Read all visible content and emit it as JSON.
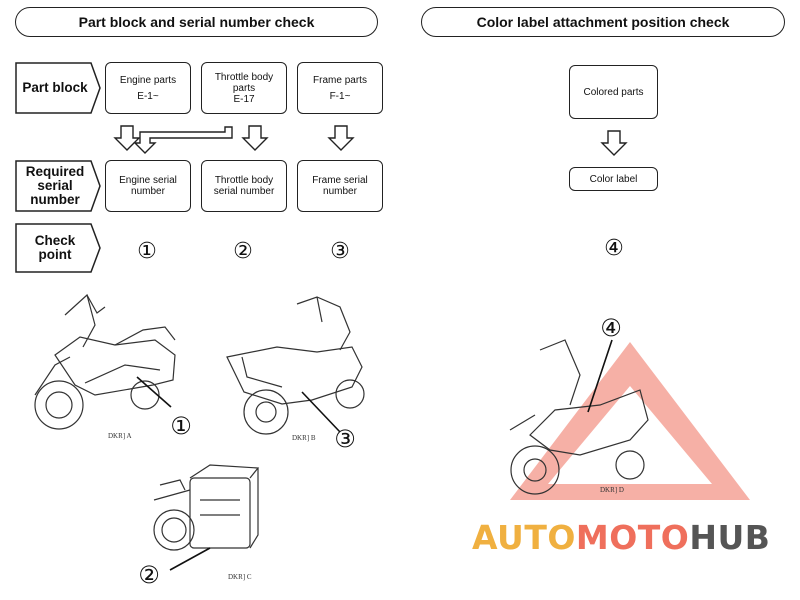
{
  "headers": {
    "left": "Part block and serial number check",
    "right": "Color label attachment position check"
  },
  "row_labels": {
    "part_block": "Part block",
    "required_serial": "Required\nserial\nnumber",
    "check_point": "Check\npoint"
  },
  "part_blocks": [
    {
      "name": "Engine parts",
      "code": "E-1~"
    },
    {
      "name": "Throttle body\nparts",
      "code": "E-17"
    },
    {
      "name": "Frame parts",
      "code": "F-1~"
    }
  ],
  "serials": [
    "Engine serial\nnumber",
    "Throttle body\nserial number",
    "Frame serial\nnumber"
  ],
  "check_points": [
    "①",
    "②",
    "③"
  ],
  "color_section": {
    "colored_parts": "Colored parts",
    "color_label": "Color label",
    "check_point": "④"
  },
  "figures": {
    "a": {
      "callout": "①",
      "caption": "DKR] A"
    },
    "b": {
      "callout": "③",
      "caption": "DKR] B"
    },
    "c": {
      "callout": "②",
      "caption": "DKR] C"
    },
    "d": {
      "callout": "④",
      "caption": "DKR] D"
    }
  },
  "watermark": {
    "part1": "AUTO",
    "part2": "MOTO",
    "part3": "HUB"
  },
  "colors": {
    "line": "#222222",
    "watermark_red": "#ef6f5c",
    "watermark_orange": "#f0b040",
    "watermark_gray": "#555555"
  }
}
